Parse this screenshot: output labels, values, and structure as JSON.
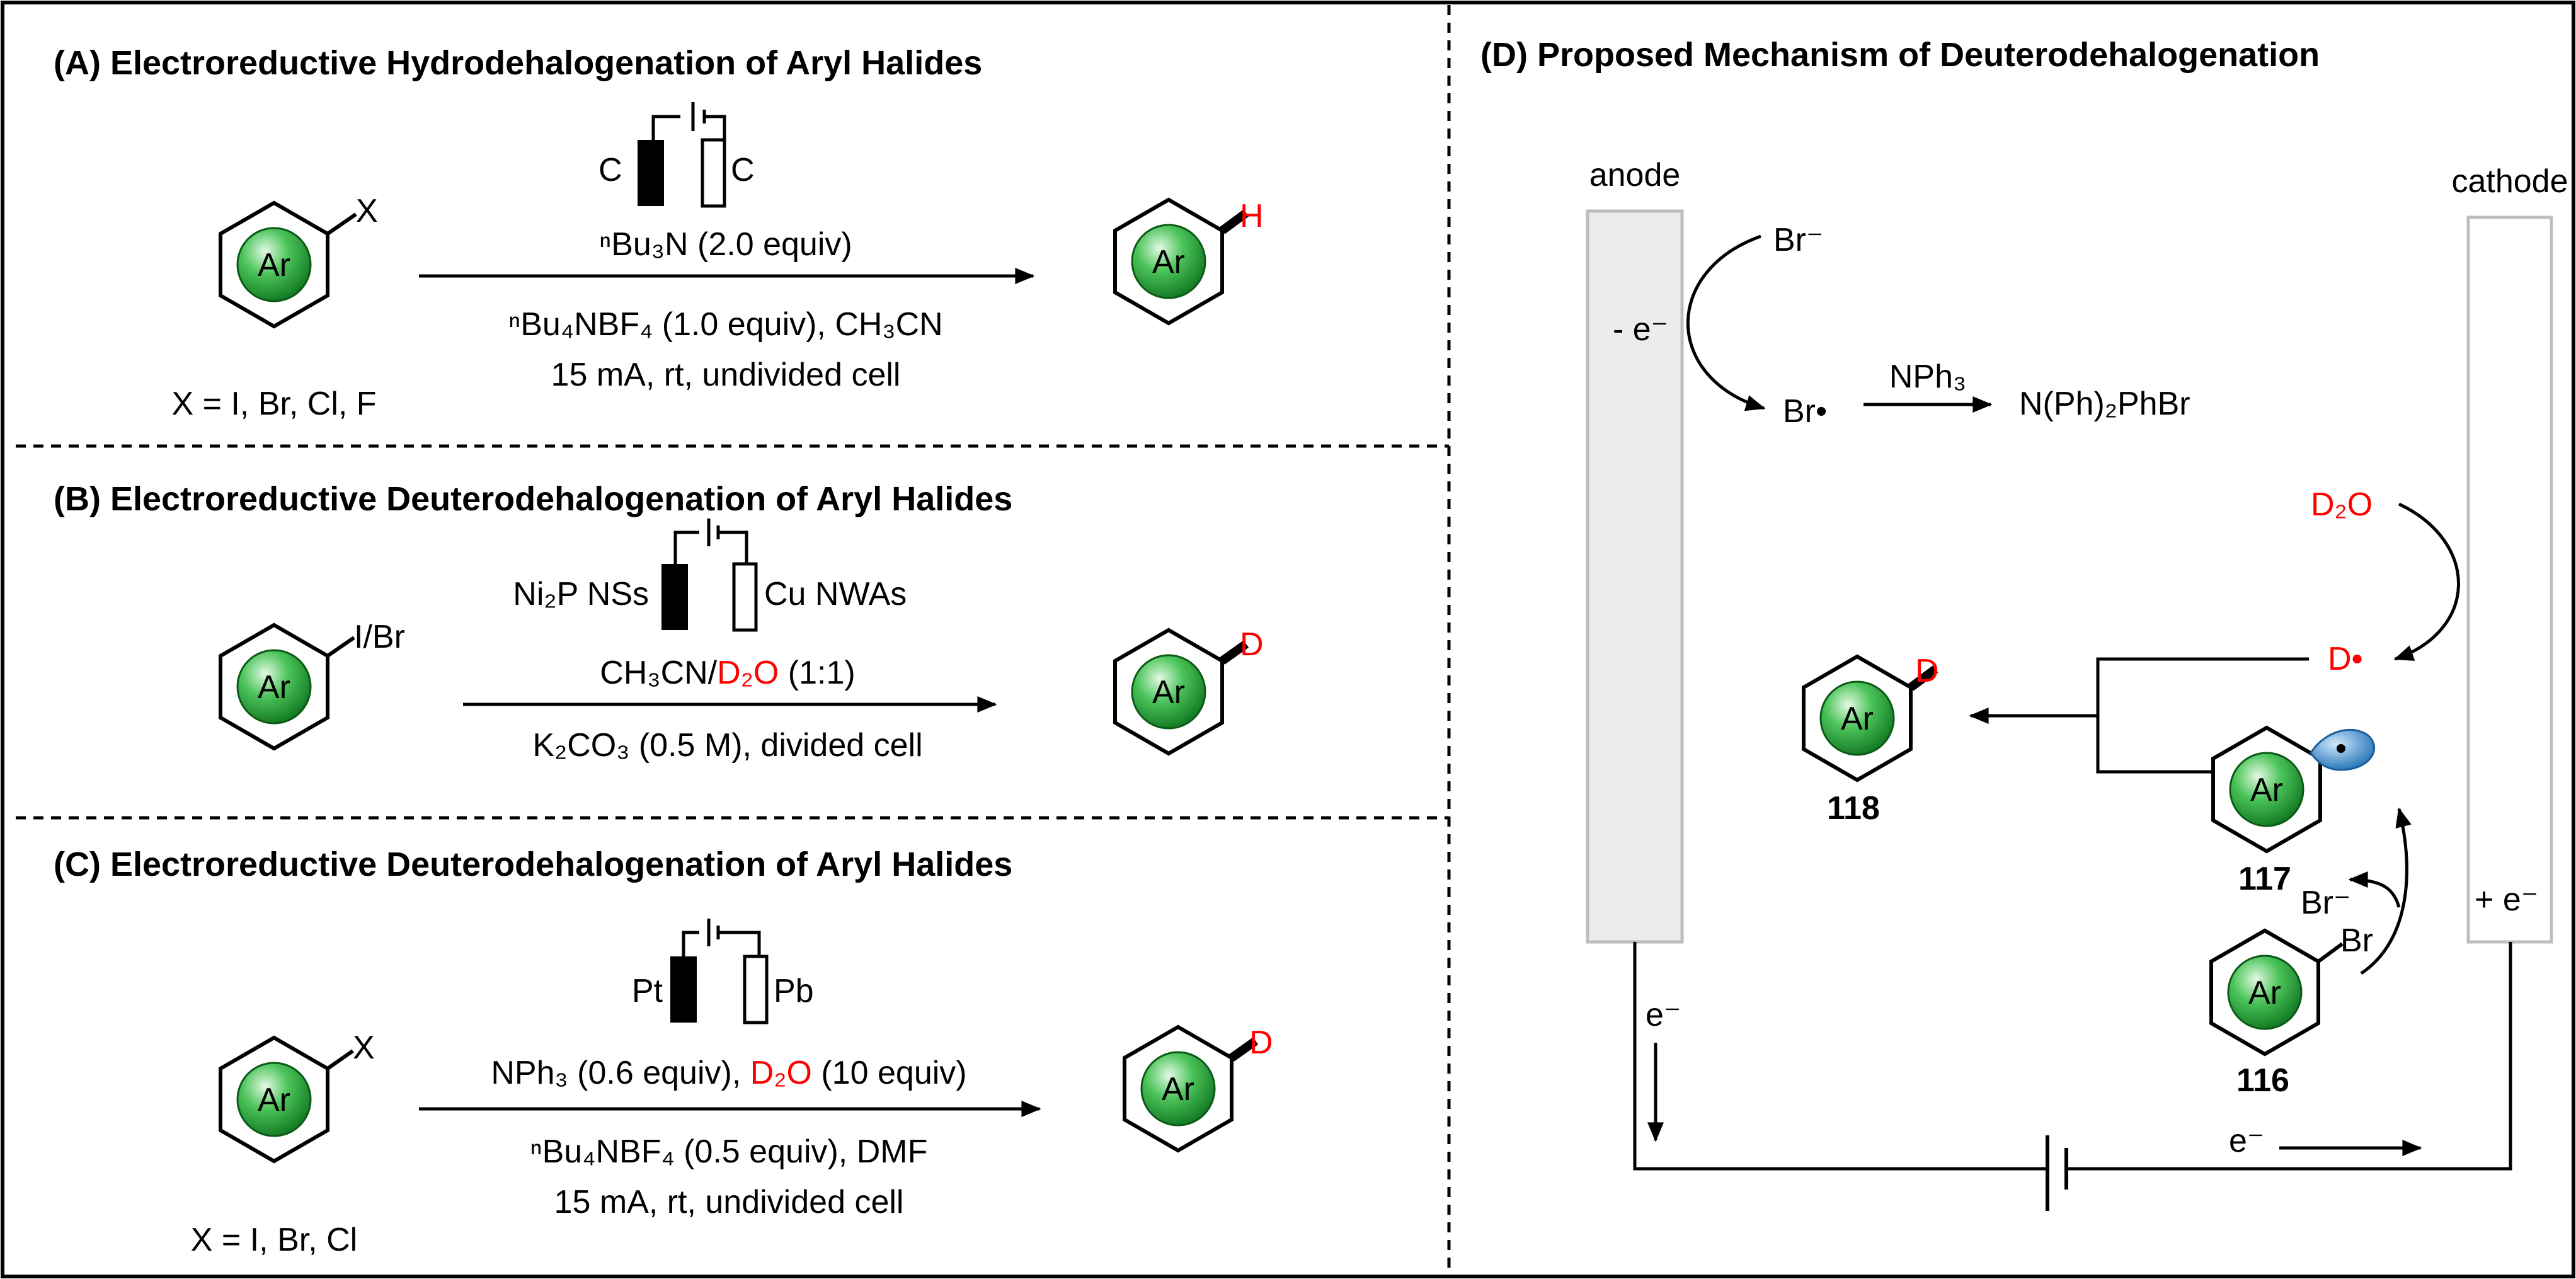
{
  "panels": {
    "A": {
      "title": "(A) Electroreductive Hydrodehalogenation of Aryl Halides",
      "anode": "C",
      "cathode": "C",
      "substituent": "X",
      "above_arrow": "ⁿBu₃N (2.0 equiv)",
      "below_arrow_1": "ⁿBu₄NBF₄ (1.0 equiv), CH₃CN",
      "below_arrow_2": "15 mA, rt, undivided cell",
      "scope": "X = I, Br, Cl, F",
      "product_atom": "H"
    },
    "B": {
      "title": "(B) Electroreductive Deuterodehalogenation of Aryl Halides",
      "anode": "Ni₂P NSs",
      "cathode": "Cu NWAs",
      "substituent": "I/Br",
      "above_arrow_prefix": "CH₃CN/",
      "above_arrow_red": "D₂O",
      "above_arrow_suffix": " (1:1)",
      "below_arrow": "K₂CO₃ (0.5 M), divided cell",
      "product_atom": "D"
    },
    "C": {
      "title": "(C) Electroreductive Deuterodehalogenation of Aryl Halides",
      "anode": "Pt",
      "cathode": "Pb",
      "substituent": "X",
      "above_arrow_prefix": "NPh₃ (0.6 equiv), ",
      "above_arrow_red": "D₂O",
      "above_arrow_suffix": " (10 equiv)",
      "below_arrow_1": "ⁿBu₄NBF₄ (0.5 equiv), DMF",
      "below_arrow_2": "15 mA, rt, undivided cell",
      "scope": "X = I, Br, Cl",
      "product_atom": "D"
    },
    "D": {
      "title": "(D) Proposed Mechanism of Deuterodehalogenation",
      "anode_label": "anode",
      "cathode_label": "cathode",
      "anode_process": "- e⁻",
      "cathode_process": "+ e⁻",
      "bromide": "Br⁻",
      "bromine_radical": "Br•",
      "reagent": "NPh₃",
      "adduct": "N(Ph)₂PhBr",
      "d2o": "D₂O",
      "d_radical": "D•",
      "product_atom": "D",
      "substrate_atom": "Br",
      "released_bromide": "Br⁻",
      "compound_118": "118",
      "compound_117": "117",
      "compound_116": "116",
      "electron_left": "e⁻",
      "electron_bottom": "e⁻"
    }
  },
  "ring_label": "Ar",
  "colors": {
    "red": "#ff0000",
    "ar_green": "#2aa836",
    "radical_blue": "#3f8fd0",
    "electrode_gray": "#ececec"
  }
}
